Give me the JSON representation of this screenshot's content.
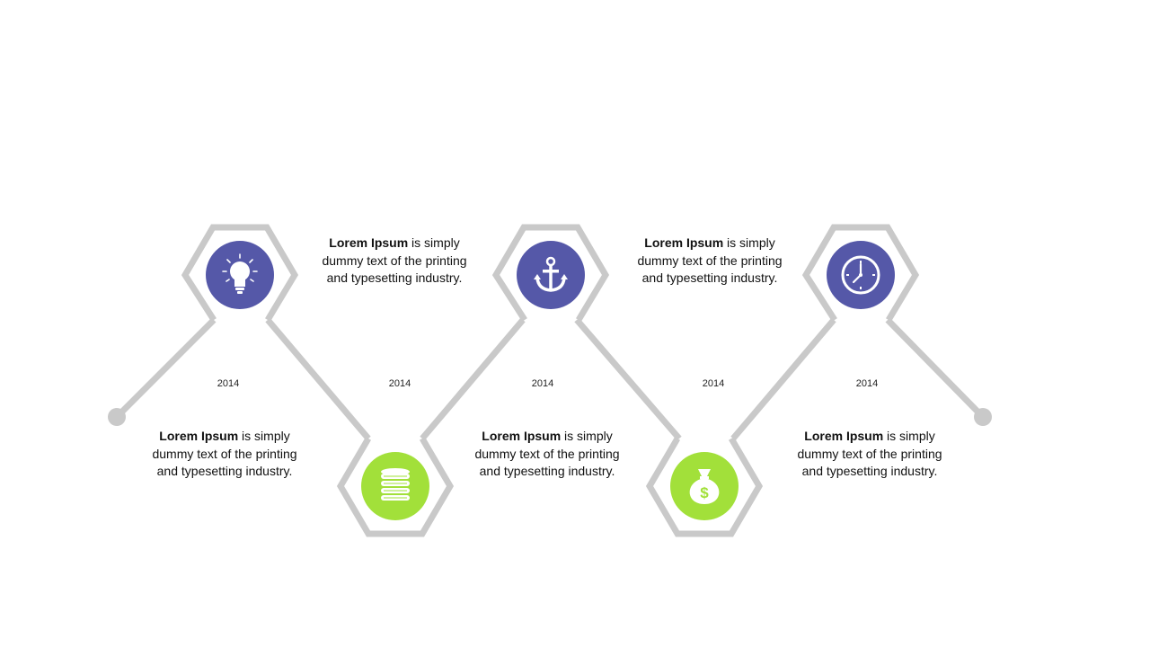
{
  "colors": {
    "line": "#c9c9c9",
    "purple": "#5558a8",
    "green": "#a2e03a",
    "icon": "#ffffff",
    "text": "#111111"
  },
  "steps": [
    {
      "year": "2014",
      "icon": "lightbulb-icon",
      "color": "purple",
      "title": "Lorem Ipsum",
      "body": " is simply dummy text of the printing and typesetting industry."
    },
    {
      "year": "2014",
      "icon": "coins-stack-icon",
      "color": "green",
      "title": "Lorem Ipsum",
      "body": " is simply dummy text of the printing and typesetting industry."
    },
    {
      "year": "2014",
      "icon": "anchor-icon",
      "color": "purple",
      "title": "Lorem Ipsum",
      "body": " is simply dummy text of the printing and typesetting industry."
    },
    {
      "year": "2014",
      "icon": "money-bag-icon",
      "color": "green",
      "title": "Lorem Ipsum",
      "body": " is simply dummy text of the printing and typesetting industry."
    },
    {
      "year": "2014",
      "icon": "clock-icon",
      "color": "purple",
      "title": "Lorem Ipsum",
      "body": " is simply dummy text of the printing and typesetting industry."
    }
  ]
}
